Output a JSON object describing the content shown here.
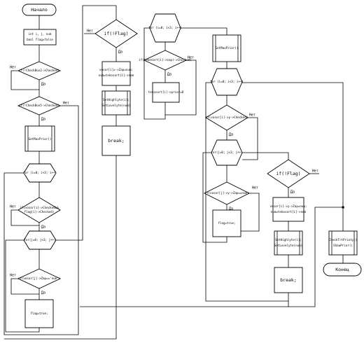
{
  "flowchart": {
    "start": "Начало",
    "end": "Конец",
    "yes": "Да",
    "no": "Нет",
    "col1": {
      "init": [
        "int i, j, num",
        "bool flag=false"
      ],
      "cond_checkbox2": "if(!CheckBox2->Checked)",
      "cond_checkbox5": "if(!CheckBox5->Checked)",
      "proc_getmaxprior": "GetMaxPrior()",
      "loop_i": "for (i=0; i<3; i++)",
      "cond_task": [
        "if(vosor[i]->Checked&&",
        "flag[i]->Checked)"
      ],
      "loop_j": "for(j=0; j<3; j++)",
      "cond_zap": "if(vosor[j]->Zap=='num')",
      "set_flag": "flag=true;"
    },
    "col2": {
      "cond_flag": "if(!Flag)",
      "assign": [
        "vosor[i]=->Zap=num;",
        "num=tekosort[i]->nom"
      ],
      "proc_set": [
        "SetHighlyte(i);",
        "SetLovelyte(num)"
      ],
      "break": "break;"
    },
    "col3": {
      "loop_i": "for (i=0; i<3; i++)",
      "cond_check": "if(tekosort[i]->zap)->Checked)",
      "assign": "tekosort[i]->prior=0"
    },
    "col4": {
      "proc_getmaxprior": "GetMaxPrior()",
      "loop_i": "for (i=0; i<3; i++)",
      "cond_vosor": "if(vosor[i]->y->Checked)",
      "loop_j": "for(j=0; j<3; j++)",
      "cond_zap": "if(vosor[j]->y->Zap==num)",
      "set_flag": "flag=true;",
      "cond_flag": "if(!Flag)",
      "assign": [
        "vosor[i]->y->Zap=num;",
        "num=tekosort[i]->nom"
      ],
      "proc_set": [
        "SetHighlyte(i);",
        "SetLovelyte(num)"
      ],
      "break": "break;"
    },
    "col5": {
      "proc_check": [
        "CheckTrtPrioty()",
        "ShowPrior()"
      ]
    }
  }
}
